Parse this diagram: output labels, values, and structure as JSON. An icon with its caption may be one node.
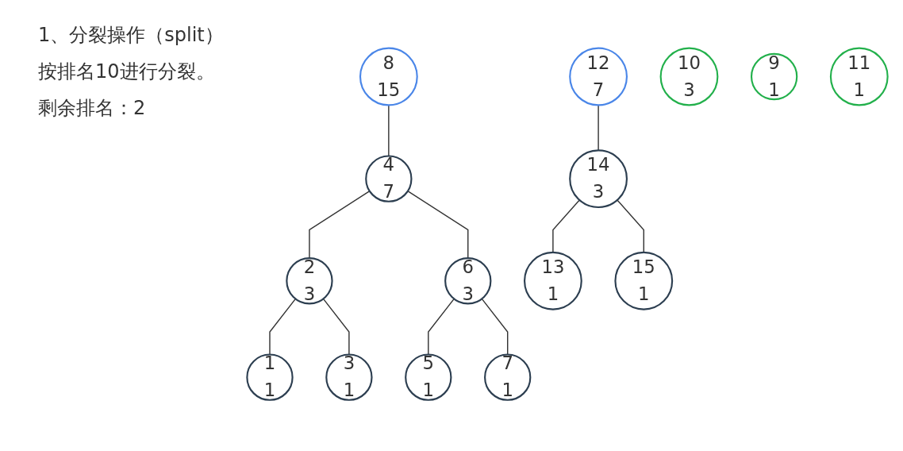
{
  "diagram": {
    "title": "1、分裂操作（split）",
    "nodes": [
      {
        "text": [
          "8",
          "15"
        ]
      },
      {
        "text": [
          "4",
          "7"
        ]
      },
      {
        "text": [
          "12",
          "7"
        ]
      },
      {
        "text": [
          "2",
          "3"
        ]
      },
      {
        "text": [
          "6",
          "3"
        ]
      },
      {
        "text": [
          "10",
          "3"
        ]
      },
      {
        "text": [
          "14",
          "3"
        ]
      },
      {
        "text": [
          "1",
          "1"
        ]
      },
      {
        "text": [
          "3",
          "1"
        ]
      },
      {
        "text": [
          "5",
          "1"
        ]
      },
      {
        "text": [
          "7",
          "1"
        ]
      },
      {
        "text": [
          "9",
          "1"
        ]
      },
      {
        "text": [
          "11",
          "1"
        ]
      },
      {
        "text": [
          "13",
          "1"
        ]
      },
      {
        "text": [
          "15",
          "1"
        ]
      }
    ],
    "edges": [
      {
        "from": 0,
        "to": 1,
        "arrow": "none"
      },
      {
        "from": 1,
        "to": 3,
        "arrow": "none"
      },
      {
        "from": 1,
        "to": 4,
        "arrow": "none"
      },
      {
        "from": 3,
        "to": 7,
        "arrow": "none"
      },
      {
        "from": 3,
        "to": 8,
        "arrow": "none"
      },
      {
        "from": 4,
        "to": 9,
        "arrow": "none"
      },
      {
        "from": 4,
        "to": 10,
        "arrow": "none"
      },
      {
        "from": 2,
        "to": 6,
        "arrow": "none"
      },
      {
        "from": 6,
        "to": 13,
        "arrow": "none"
      },
      {
        "from": 6,
        "to": 14,
        "arrow": "none"
      }
    ],
    "labels": [
      "按排名10进行分裂。",
      "剩余排名：2"
    ]
  }
}
